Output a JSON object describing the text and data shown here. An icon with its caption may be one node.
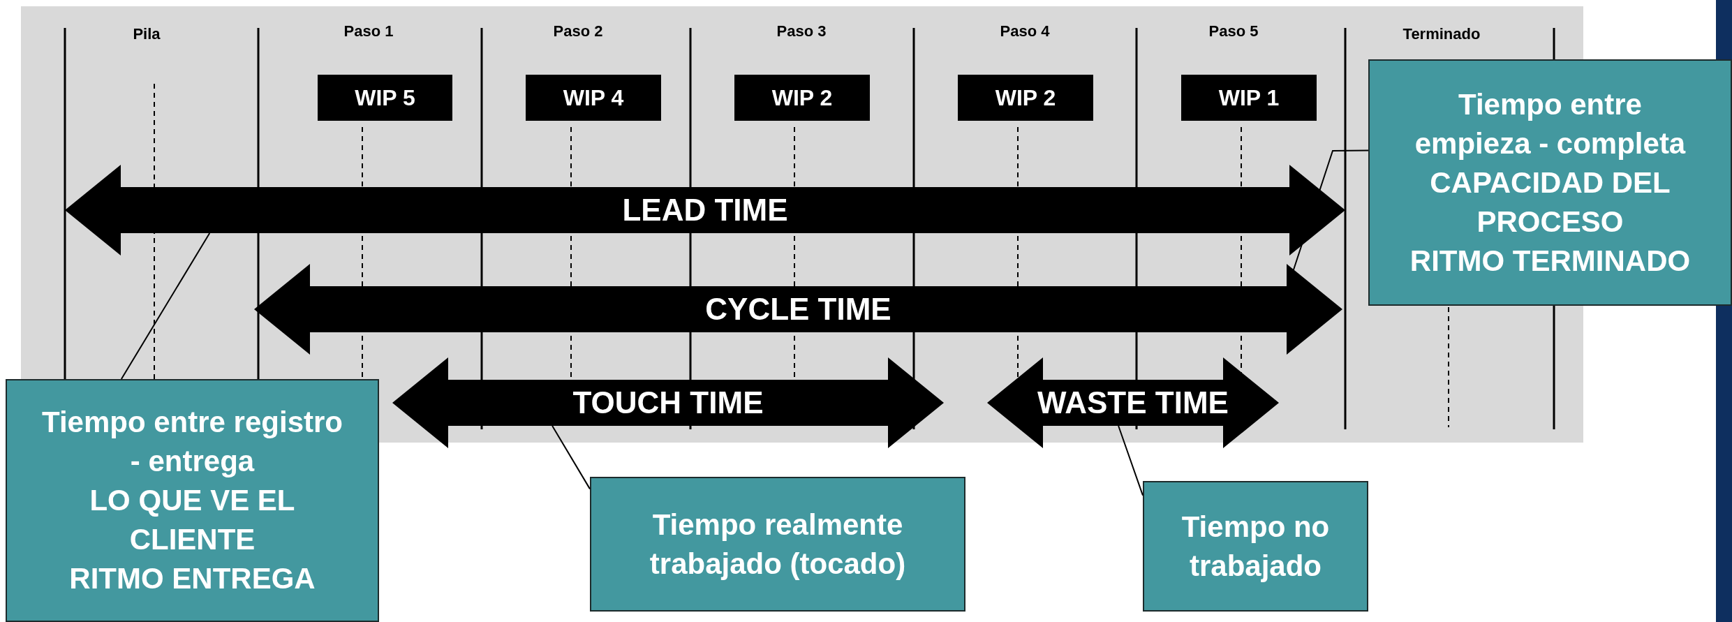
{
  "diagram": {
    "nodes": [
      {
        "text": [
          "WIP 5"
        ]
      },
      {
        "text": [
          "WIP 4"
        ]
      },
      {
        "text": [
          "WIP 2"
        ]
      },
      {
        "text": [
          "WIP 2"
        ]
      },
      {
        "text": [
          "WIP 1"
        ]
      },
      {
        "text": [
          "LEAD TIME"
        ]
      },
      {
        "text": [
          "Tiempo entre empieza - completa",
          "CAPACIDAD DEL PROCESO",
          "RITMO TERMINADO"
        ]
      },
      {
        "text": [
          "CYCLE TIME"
        ]
      },
      {
        "text": [
          "TOUCH TIME"
        ]
      },
      {
        "text": [
          "WASTE TIME"
        ]
      },
      {
        "text": [
          "Tiempo entre registro - entrega",
          "LO QUE VE EL CLIENTE",
          "RITMO ENTREGA"
        ]
      },
      {
        "text": [
          "Tiempo realmente trabajado (tocado)"
        ]
      },
      {
        "text": [
          "Tiempo no trabajado"
        ]
      }
    ],
    "edges": [
      {
        "from": 10,
        "to": 5,
        "arrow": "none"
      },
      {
        "from": 6,
        "to": 7,
        "arrow": "none"
      },
      {
        "from": 11,
        "to": 8,
        "arrow": "none"
      },
      {
        "from": 12,
        "to": 9,
        "arrow": "none"
      }
    ],
    "labels": [
      "Pila",
      "Paso 1",
      "Paso 2",
      "Paso 3",
      "Paso 4",
      "Paso 5",
      "Terminado"
    ]
  }
}
